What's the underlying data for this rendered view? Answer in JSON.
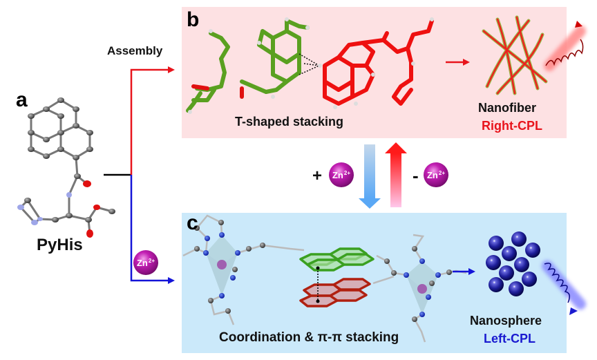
{
  "figure": {
    "panels": {
      "a": {
        "letter": "a",
        "molecule_label": "PyHis"
      },
      "b": {
        "letter": "b",
        "interaction_label": "T-shaped stacking",
        "morphology_label": "Nanofiber",
        "cpl_label": "Right-CPL"
      },
      "c": {
        "letter": "c",
        "interaction_label": "Coordination & π-π stacking",
        "morphology_label": "Nanosphere",
        "cpl_label": "Left-CPL"
      }
    },
    "pathways": {
      "upper": {
        "label": "Assembly"
      },
      "lower": {
        "ion": "Zn",
        "charge": "2+"
      }
    },
    "switch": {
      "add_sign": "+",
      "add_ion": "Zn",
      "add_charge": "2+",
      "remove_sign": "-",
      "remove_ion": "Zn",
      "remove_charge": "2+"
    },
    "colors": {
      "panel_b_bg": "#fde1e3",
      "panel_c_bg": "#cbe9fa",
      "red_path": "#e8141c",
      "blue_path": "#1414d8",
      "right_cpl_text": "#e8141c",
      "left_cpl_text": "#1a1ad0",
      "green_molecule": "#5aa020",
      "red_molecule": "#ee1010",
      "zinc_ion": "#b01aa3"
    }
  }
}
